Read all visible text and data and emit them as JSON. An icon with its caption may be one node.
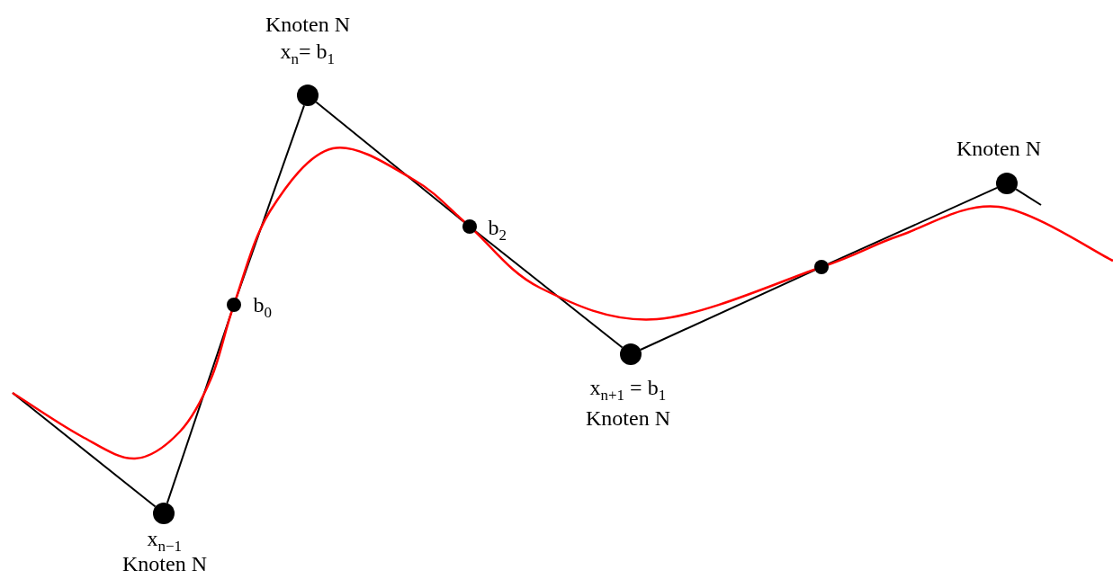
{
  "diagram": {
    "nodes": [
      {
        "text": [],
        "shape": "circle",
        "beside": [
          "x$_{n−1}$",
          "Knoten N"
        ]
      },
      {
        "text": [],
        "shape": "circle",
        "beside": [
          "b$_{0}$"
        ]
      },
      {
        "text": [],
        "shape": "circle",
        "beside": [
          "Knoten N",
          "x$_{n}$= b$_{1}$"
        ]
      },
      {
        "text": [],
        "shape": "circle",
        "beside": [
          "b$_{2}$"
        ]
      },
      {
        "text": [],
        "shape": "circle",
        "beside": [
          "x$_{n+1}$ = b$_{1}$",
          "Knoten N"
        ]
      },
      {
        "text": [],
        "shape": "circle"
      },
      {
        "text": [],
        "shape": "circle",
        "beside": [
          "Knoten N"
        ]
      }
    ],
    "edges": [
      {
        "from": null,
        "to": 0,
        "arrow": "none"
      },
      {
        "from": 0,
        "to": 1,
        "arrow": "none"
      },
      {
        "from": 1,
        "to": 2,
        "arrow": "none"
      },
      {
        "from": 2,
        "to": 3,
        "arrow": "none"
      },
      {
        "from": 3,
        "to": 4,
        "arrow": "none"
      },
      {
        "from": 4,
        "to": 5,
        "arrow": "none"
      },
      {
        "from": 5,
        "to": 6,
        "arrow": "none"
      },
      {
        "from": 6,
        "to": null,
        "arrow": "none"
      }
    ]
  }
}
